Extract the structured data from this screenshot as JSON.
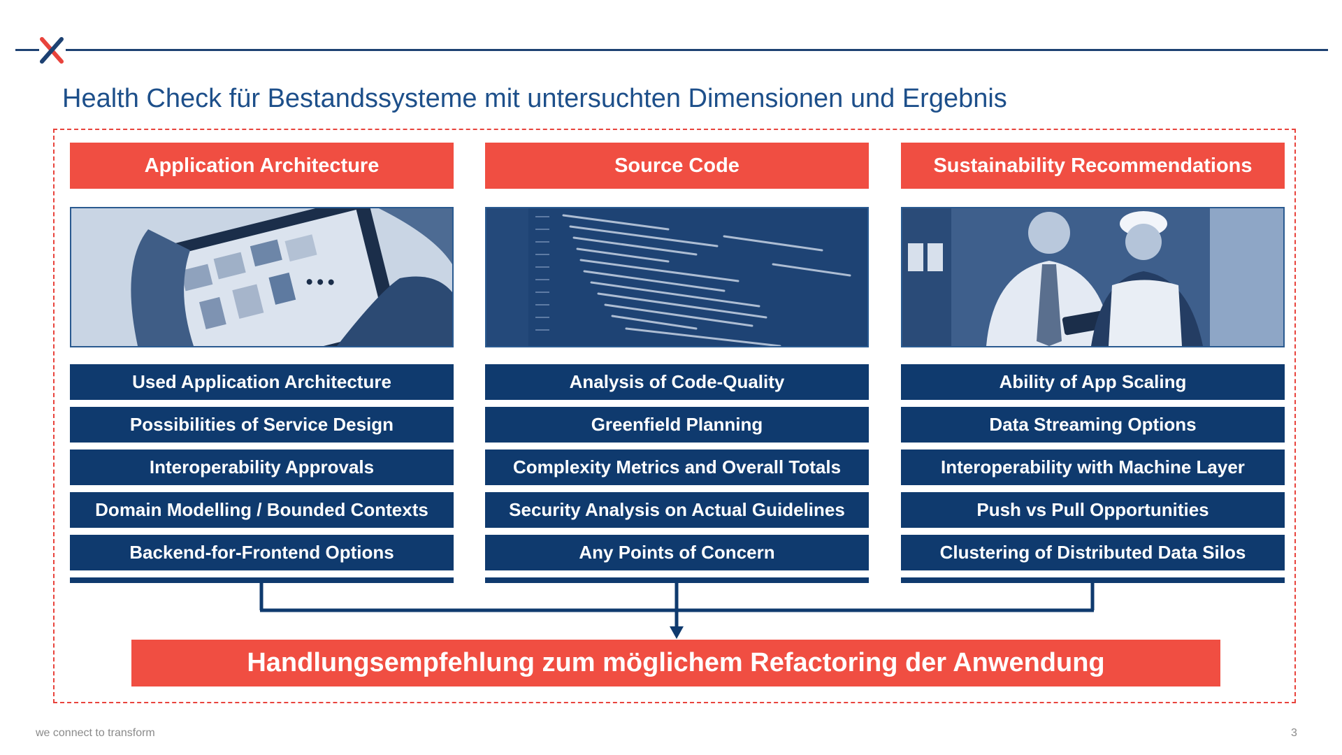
{
  "slide": {
    "title": "Health Check für Bestandssysteme mit untersuchten Dimensionen und Ergebnis",
    "result": "Handlungsempfehlung zum möglichem Refactoring der Anwendung",
    "footer_tagline": "we connect to transform",
    "page_number": "3"
  },
  "columns": [
    {
      "header": "Application Architecture",
      "image": "tablet-with-architecture-diagram-photo",
      "items": [
        "Used Application Architecture",
        "Possibilities of Service Design",
        "Interoperability Approvals",
        "Domain Modelling / Bounded Contexts",
        "Backend-for-Frontend Options"
      ]
    },
    {
      "header": "Source Code",
      "image": "source-code-screen-photo",
      "items": [
        "Analysis of Code-Quality",
        "Greenfield Planning",
        "Complexity Metrics and Overall Totals",
        "Security Analysis on Actual Guidelines",
        "Any Points of Concern"
      ]
    },
    {
      "header": "Sustainability Recommendations",
      "image": "engineers-with-tablet-photo",
      "items": [
        "Ability of App Scaling",
        "Data Streaming Options",
        "Interoperability with Machine Layer",
        "Push vs Pull Opportunities",
        "Clustering of Distributed Data Silos"
      ]
    }
  ],
  "colors": {
    "accent_red": "#f04e42",
    "navy": "#0f3a6e",
    "title_blue": "#1d4f8a"
  }
}
